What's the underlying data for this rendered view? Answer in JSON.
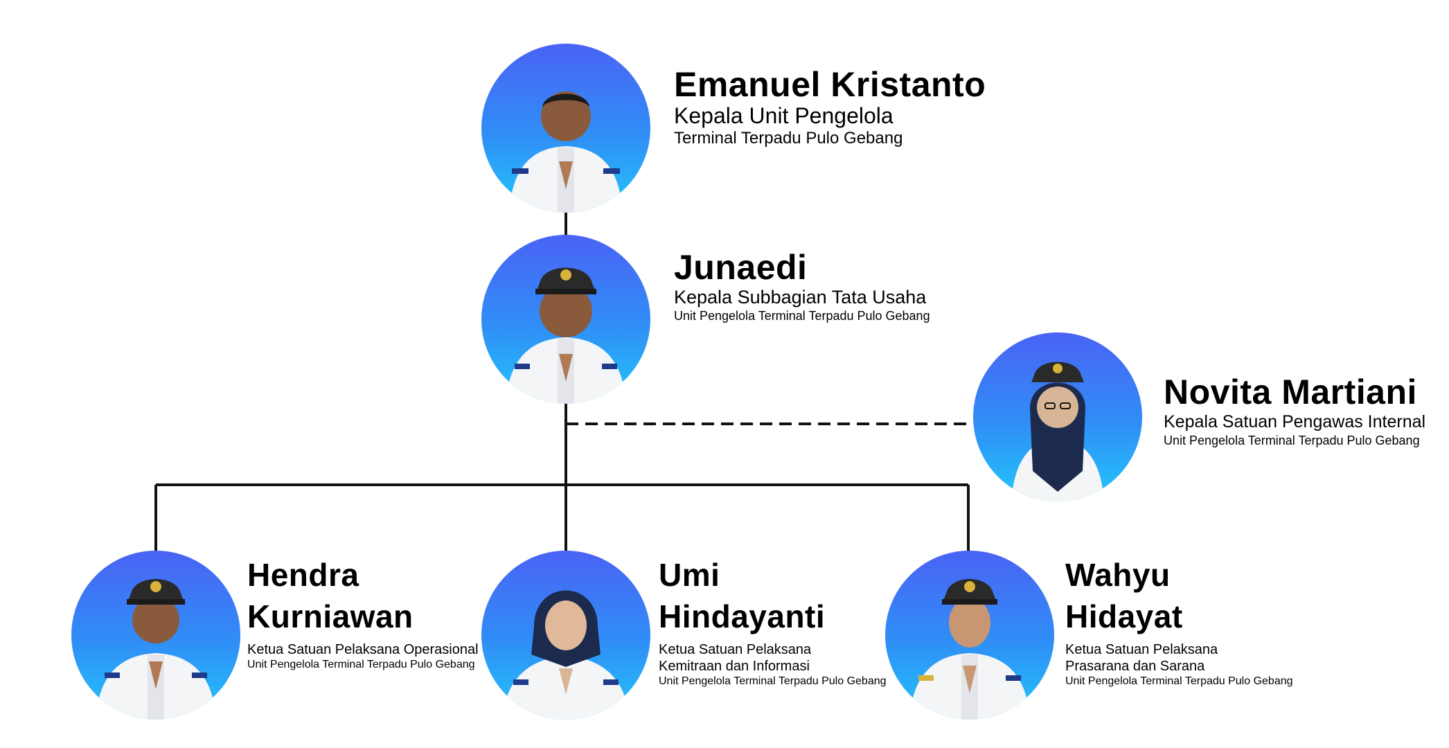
{
  "people": {
    "head": {
      "name": "Emanuel Kristanto",
      "role": "Kepala Unit Pengelola",
      "unit": "Terminal Terpadu Pulo Gebang"
    },
    "admin": {
      "name": "Junaedi",
      "role": "Kepala Subbagian Tata Usaha",
      "unit": "Unit Pengelola Terminal Terpadu Pulo Gebang"
    },
    "audit": {
      "name": "Novita Martiani",
      "role": "Kepala Satuan Pengawas Internal",
      "unit": "Unit Pengelola Terminal Terpadu Pulo Gebang"
    },
    "ops": {
      "name_line1": "Hendra",
      "name_line2": "Kurniawan",
      "role": "Ketua Satuan Pelaksana Operasional",
      "unit": "Unit Pengelola Terminal Terpadu Pulo Gebang"
    },
    "partnership": {
      "name_line1": "Umi",
      "name_line2": "Hindayanti",
      "role_line1": "Ketua Satuan Pelaksana",
      "role_line2": "Kemitraan dan Informasi",
      "unit": "Unit Pengelola Terminal Terpadu Pulo Gebang"
    },
    "facilities": {
      "name_line1": "Wahyu",
      "name_line2": "Hidayat",
      "role_line1": "Ketua Satuan Pelaksana",
      "role_line2": "Prasarana dan Sarana",
      "unit": "Unit Pengelola Terminal Terpadu Pulo Gebang"
    }
  },
  "colors": {
    "connector": "#111111",
    "portrait_top": "#4a63f5",
    "portrait_bottom": "#22c7fb",
    "uniform": "#f4f5f7",
    "cap": "#2a2a2a",
    "hijab": "#1c2a4d"
  }
}
